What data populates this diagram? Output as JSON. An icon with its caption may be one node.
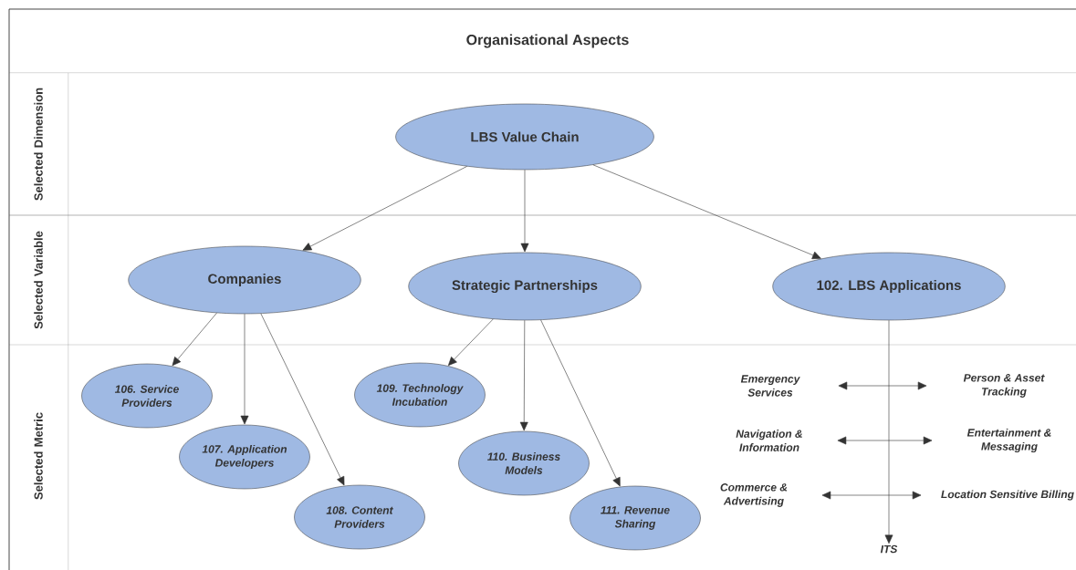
{
  "diagram": {
    "title": "Organisational Aspects",
    "nodes": [
      {
        "text": [
          "LBS Value Chain"
        ]
      },
      {
        "text": [
          "Companies"
        ]
      },
      {
        "text": [
          "Strategic Partnerships"
        ]
      },
      {
        "text": [
          "102. LBS Applications"
        ]
      },
      {
        "text": [
          "106. Service Providers"
        ]
      },
      {
        "text": [
          "107. Application Developers"
        ]
      },
      {
        "text": [
          "108. Content Providers"
        ]
      },
      {
        "text": [
          "109. Technology Incubation"
        ]
      },
      {
        "text": [
          "110. Business Models"
        ]
      },
      {
        "text": [
          "111. Revenue Sharing"
        ]
      },
      {
        "text": [
          "Emergency Services"
        ]
      },
      {
        "text": [
          "Person & Asset Tracking"
        ]
      },
      {
        "text": [
          "Navigation & Information"
        ]
      },
      {
        "text": [
          "Entertainment & Messaging"
        ]
      },
      {
        "text": [
          "Commerce & Advertising"
        ]
      },
      {
        "text": [
          "Location Sensitive Billing"
        ]
      },
      {
        "text": [
          "ITS"
        ]
      }
    ],
    "edges": [
      {
        "from": 0,
        "to": 1,
        "arrow": "to"
      },
      {
        "from": 0,
        "to": 2,
        "arrow": "to"
      },
      {
        "from": 0,
        "to": 3,
        "arrow": "to"
      },
      {
        "from": 1,
        "to": 4,
        "arrow": "to"
      },
      {
        "from": 1,
        "to": 5,
        "arrow": "to"
      },
      {
        "from": 1,
        "to": 6,
        "arrow": "to"
      },
      {
        "from": 2,
        "to": 7,
        "arrow": "to"
      },
      {
        "from": 2,
        "to": 8,
        "arrow": "to"
      },
      {
        "from": 2,
        "to": 9,
        "arrow": "to"
      },
      {
        "from": 3,
        "to": 16,
        "arrow": "to"
      },
      {
        "from": 10,
        "to": 11,
        "arrow": "both"
      },
      {
        "from": 12,
        "to": 13,
        "arrow": "both"
      },
      {
        "from": 14,
        "to": 15,
        "arrow": "both"
      }
    ],
    "labels": [
      "Selected Dimension",
      "Selected Variable",
      "Selected Metric"
    ]
  }
}
